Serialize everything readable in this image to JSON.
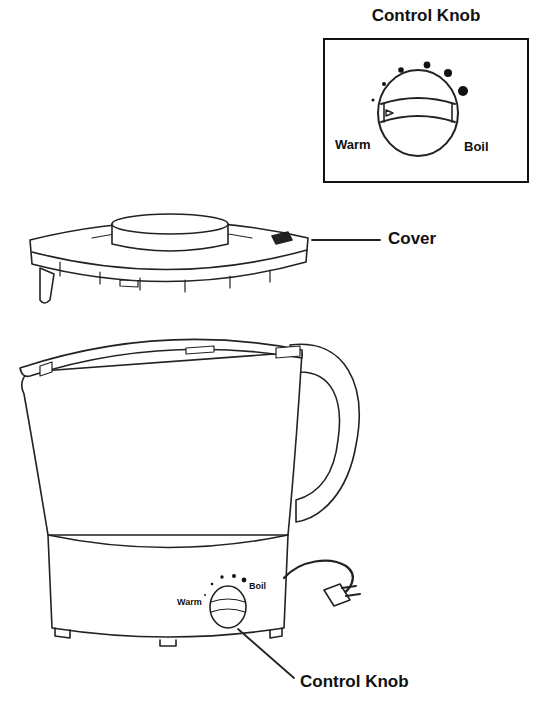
{
  "diagram": {
    "nodes": [
      {
        "text": [
          "Control Knob",
          "Warm",
          "Boil"
        ]
      }
    ],
    "labels": [
      "Cover",
      "Boil",
      "Warm",
      "Control Knob"
    ]
  }
}
